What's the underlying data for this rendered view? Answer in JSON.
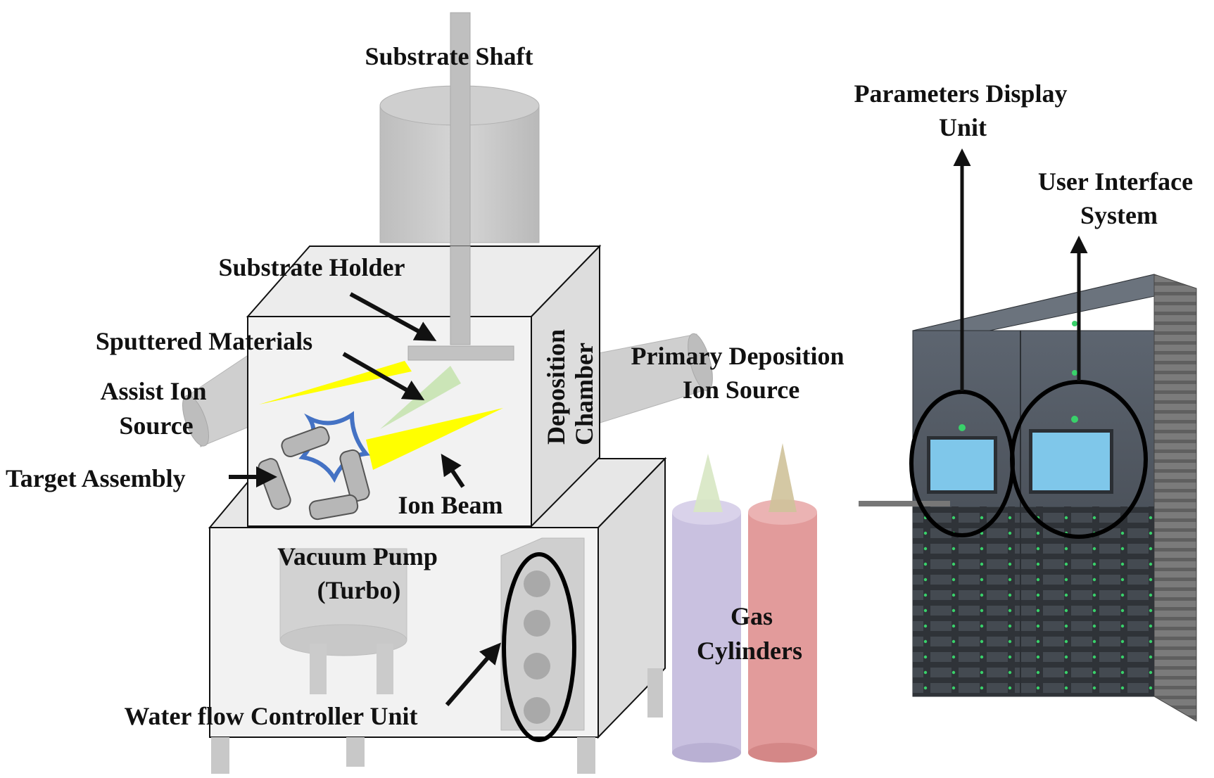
{
  "labels": {
    "substrate_shaft": "Substrate Shaft",
    "parameters_display_line1": "Parameters Display",
    "parameters_display_line2": "Unit",
    "user_interface_line1": "User Interface",
    "user_interface_line2": "System",
    "substrate_holder": "Substrate Holder",
    "sputtered_materials": "Sputtered Materials",
    "deposition_chamber_line1": "Deposition",
    "deposition_chamber_line2": "Chamber",
    "primary_deposition_line1": "Primary Deposition",
    "primary_deposition_line2": "Ion Source",
    "assist_ion_line1": "Assist Ion",
    "assist_ion_line2": "Source",
    "target_assembly": "Target Assembly",
    "ion_beam": "Ion Beam",
    "vacuum_pump_line1": "Vacuum Pump",
    "vacuum_pump_line2": "(Turbo)",
    "gas_cylinders_line1": "Gas",
    "gas_cylinders_line2": "Cylinders",
    "water_flow": "Water flow Controller Unit"
  },
  "colors": {
    "ion_beam": "#ffff00",
    "sputtered_plume": "#c6e3b0",
    "target_frame": "#4472c4",
    "cylinder_purple": "#c9c1e0",
    "cylinder_red": "#e29b9b",
    "cylinder_green_cap": "#d7e7c3",
    "cylinder_tan_cap": "#cfc29a",
    "screen": "#7fc7ea",
    "cabinet": "#4a5058",
    "chamber_face": "#f2f2f2",
    "chamber_side": "#dddddd"
  }
}
